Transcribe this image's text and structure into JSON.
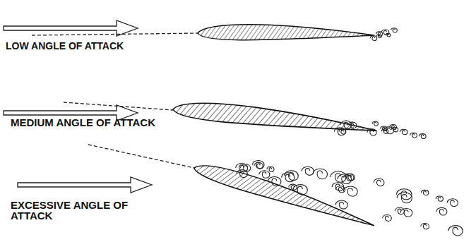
{
  "diagram": {
    "labels": [
      "LOW ANGLE OF ATTACK",
      "MEDIUM ANGLE OF ATTACK",
      "EXCESSIVE ANGLE OF ATTACK"
    ]
  }
}
